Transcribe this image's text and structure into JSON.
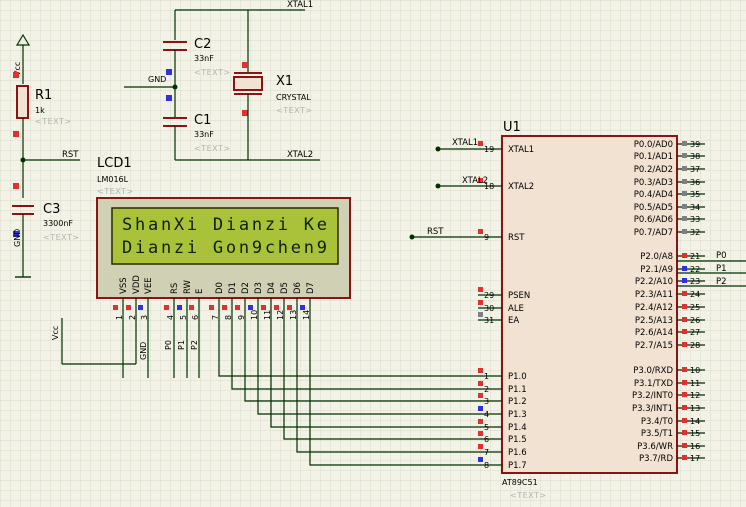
{
  "components": {
    "r1": {
      "ref": "R1",
      "value": "1k",
      "placeholder": "<TEXT>"
    },
    "c1": {
      "ref": "C1",
      "value": "33nF",
      "placeholder": "<TEXT>"
    },
    "c2": {
      "ref": "C2",
      "value": "33nF",
      "placeholder": "<TEXT>"
    },
    "c3": {
      "ref": "C3",
      "value": "3300nF",
      "placeholder": "<TEXT>"
    },
    "x1": {
      "ref": "X1",
      "value": "CRYSTAL",
      "placeholder": "<TEXT>"
    },
    "u1": {
      "ref": "U1",
      "value": "AT89C51",
      "placeholder": "<TEXT>"
    },
    "lcd1": {
      "ref": "LCD1",
      "value": "LM016L",
      "placeholder": "<TEXT>",
      "line1": "ShanXi Dianzi Ke",
      "line2": "Dianzi Gon9chen9",
      "pins": [
        {
          "name": "VSS",
          "num": "1"
        },
        {
          "name": "VDD",
          "num": "2"
        },
        {
          "name": "VEE",
          "num": "3"
        },
        {
          "name": "RS",
          "num": "4"
        },
        {
          "name": "RW",
          "num": "5"
        },
        {
          "name": "E",
          "num": "6"
        },
        {
          "name": "D0",
          "num": "7"
        },
        {
          "name": "D1",
          "num": "8"
        },
        {
          "name": "D2",
          "num": "9"
        },
        {
          "name": "D3",
          "num": "10"
        },
        {
          "name": "D4",
          "num": "11"
        },
        {
          "name": "D5",
          "num": "12"
        },
        {
          "name": "D6",
          "num": "13"
        },
        {
          "name": "D7",
          "num": "14"
        }
      ]
    }
  },
  "nets": {
    "xtal1": "XTAL1",
    "xtal2": "XTAL2",
    "rst": "RST",
    "gnd": "GND",
    "vcc": "Vcc",
    "p0": "P0",
    "p1": "P1",
    "p2": "P2"
  },
  "u1_left_pins": [
    {
      "num": "19",
      "name": "XTAL1"
    },
    {
      "num": "18",
      "name": "XTAL2"
    },
    {
      "num": "9",
      "name": "RST"
    },
    {
      "num": "29",
      "name": "PSEN"
    },
    {
      "num": "30",
      "name": "ALE"
    },
    {
      "num": "31",
      "name": "EA"
    },
    {
      "num": "1",
      "name": "P1.0"
    },
    {
      "num": "2",
      "name": "P1.1"
    },
    {
      "num": "3",
      "name": "P1.2"
    },
    {
      "num": "4",
      "name": "P1.3"
    },
    {
      "num": "5",
      "name": "P1.4"
    },
    {
      "num": "6",
      "name": "P1.5"
    },
    {
      "num": "7",
      "name": "P1.6"
    },
    {
      "num": "8",
      "name": "P1.7"
    }
  ],
  "u1_right_pins": [
    {
      "num": "39",
      "name": "P0.0/AD0"
    },
    {
      "num": "38",
      "name": "P0.1/AD1"
    },
    {
      "num": "37",
      "name": "P0.2/AD2"
    },
    {
      "num": "36",
      "name": "P0.3/AD3"
    },
    {
      "num": "35",
      "name": "P0.4/AD4"
    },
    {
      "num": "34",
      "name": "P0.5/AD5"
    },
    {
      "num": "33",
      "name": "P0.6/AD6"
    },
    {
      "num": "32",
      "name": "P0.7/AD7"
    },
    {
      "num": "21",
      "name": "P2.0/A8"
    },
    {
      "num": "22",
      "name": "P2.1/A9"
    },
    {
      "num": "23",
      "name": "P2.2/A10"
    },
    {
      "num": "24",
      "name": "P2.3/A11"
    },
    {
      "num": "25",
      "name": "P2.4/A12"
    },
    {
      "num": "26",
      "name": "P2.5/A13"
    },
    {
      "num": "27",
      "name": "P2.6/A14"
    },
    {
      "num": "28",
      "name": "P2.7/A15"
    },
    {
      "num": "10",
      "name": "P3.0/RXD"
    },
    {
      "num": "11",
      "name": "P3.1/TXD"
    },
    {
      "num": "12",
      "name": "P3.2/INT0"
    },
    {
      "num": "13",
      "name": "P3.3/INT1"
    },
    {
      "num": "14",
      "name": "P3.4/T0"
    },
    {
      "num": "15",
      "name": "P3.5/T1"
    },
    {
      "num": "16",
      "name": "P3.6/WR"
    },
    {
      "num": "17",
      "name": "P3.7/RD"
    }
  ],
  "colors": {
    "body_border": "#8a1414",
    "body_fill": "#f2e2d2",
    "wire": "#003000",
    "lcd_screen": "#a9c23a",
    "grid": "#dcdccc",
    "pin_red": "#e03030",
    "pin_blue": "#3030e0",
    "pin_gray": "#808080"
  }
}
